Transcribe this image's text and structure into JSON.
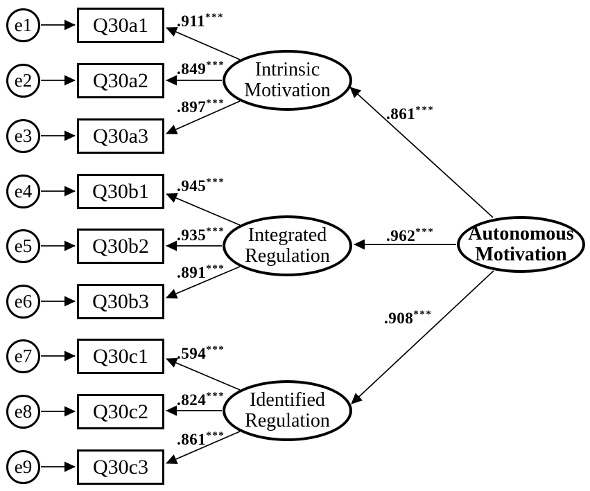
{
  "figure": {
    "type": "sem-path-diagram",
    "colors": {
      "line": "#000000",
      "background": "#ffffff",
      "text": "#000000"
    },
    "second_order_factor": {
      "name": "Autonomous Motivation",
      "line1": "Autonomous",
      "line2": "Motivation"
    },
    "factors": [
      {
        "name": "Intrinsic Motivation",
        "line1": "Intrinsic",
        "line2": "Motivation",
        "loading": ".861",
        "sig": "***"
      },
      {
        "name": "Integrated Regulation",
        "line1": "Integrated",
        "line2": "Regulation",
        "loading": ".962",
        "sig": "***"
      },
      {
        "name": "Identified Regulation",
        "line1": "Identified",
        "line2": "Regulation",
        "loading": ".908",
        "sig": "***"
      }
    ],
    "indicators": [
      {
        "error": "e1",
        "variable": "Q30a1",
        "loading": ".911",
        "sig": "***",
        "factor": "Intrinsic Motivation"
      },
      {
        "error": "e2",
        "variable": "Q30a2",
        "loading": ".849",
        "sig": "***",
        "factor": "Intrinsic Motivation"
      },
      {
        "error": "e3",
        "variable": "Q30a3",
        "loading": ".897",
        "sig": "***",
        "factor": "Intrinsic Motivation"
      },
      {
        "error": "e4",
        "variable": "Q30b1",
        "loading": ".945",
        "sig": "***",
        "factor": "Integrated Regulation"
      },
      {
        "error": "e5",
        "variable": "Q30b2",
        "loading": ".935",
        "sig": "***",
        "factor": "Integrated Regulation"
      },
      {
        "error": "e6",
        "variable": "Q30b3",
        "loading": ".891",
        "sig": "***",
        "factor": "Integrated Regulation"
      },
      {
        "error": "e7",
        "variable": "Q30c1",
        "loading": ".594",
        "sig": "***",
        "factor": "Identified Regulation"
      },
      {
        "error": "e8",
        "variable": "Q30c2",
        "loading": ".824",
        "sig": "***",
        "factor": "Identified Regulation"
      },
      {
        "error": "e9",
        "variable": "Q30c3",
        "loading": ".861",
        "sig": "***",
        "factor": "Identified Regulation"
      }
    ]
  }
}
